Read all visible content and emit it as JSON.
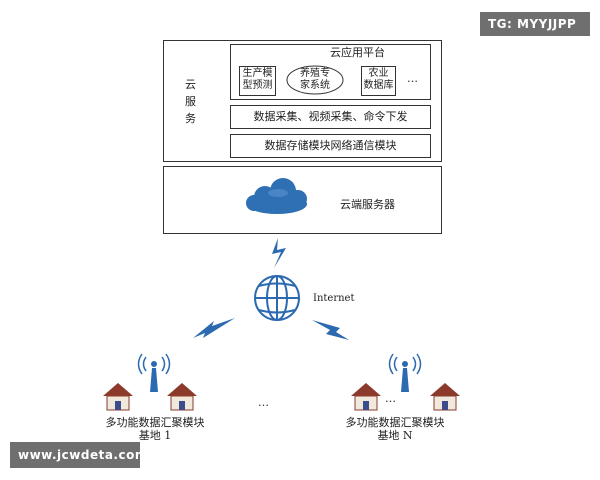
{
  "watermark_top": "TG: MYYJJPP",
  "watermark_bottom": "www.jcwdeta.com",
  "cloud_service": {
    "label_chars": [
      "云",
      "服",
      "务"
    ],
    "platform": {
      "title": "云应用平台",
      "modules": {
        "production": [
          "生产模",
          "型预测"
        ],
        "expert": [
          "养殖专",
          "家系统"
        ],
        "database": [
          "农业",
          "数据库"
        ]
      },
      "ellipsis": "…"
    },
    "data_collection": "数据采集、视频采集、命令下发",
    "storage": "数据存储模块网络通信模块"
  },
  "cloud_server": {
    "label": "云端服务器"
  },
  "internet_label": "Internet",
  "bases": {
    "left": {
      "module": "多功能数据汇聚模块",
      "name": "基地 1"
    },
    "right": {
      "module": "多功能数据汇聚模块",
      "name": "基地 N"
    },
    "ellipsis_left": "…",
    "ellipsis_mid": "…"
  },
  "colors": {
    "cloud": "#2f6fb3",
    "lightning": "#2b6ab0",
    "globe": "#2b6ab0",
    "house_body": "#f1e9dc",
    "house_roof": "#8b3a2b",
    "house_door": "#3d4c8a",
    "tower": "#2b6ab0"
  }
}
